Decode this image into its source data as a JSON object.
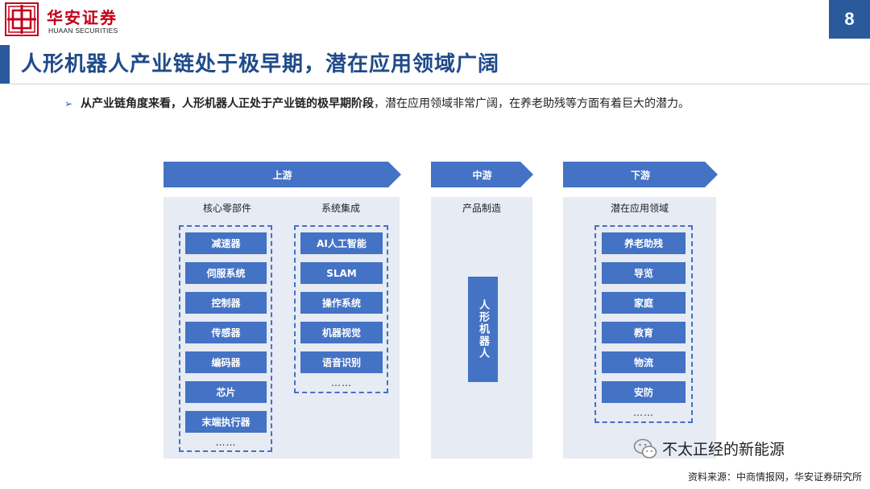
{
  "header": {
    "brand_cn": "华安证券",
    "brand_en": "HUAAN SECURITIES",
    "page_number": "8"
  },
  "title": "人形机器人产业链处于极早期，潜在应用领域广阔",
  "bullet": {
    "bold": "从产业链角度来看，人形机器人正处于产业链的极早期阶段",
    "rest": "，潜在应用领域非常广阔，在养老助残等方面有着巨大的潜力。"
  },
  "diagram": {
    "upstream": {
      "label": "上游",
      "core_components": {
        "heading": "核心零部件",
        "items": [
          "减速器",
          "伺服系统",
          "控制器",
          "传感器",
          "编码器",
          "芯片",
          "末端执行器"
        ],
        "more": "……"
      },
      "system_integration": {
        "heading": "系统集成",
        "items": [
          "AI人工智能",
          "SLAM",
          "操作系统",
          "机器视觉",
          "语音识别"
        ],
        "more": "……"
      }
    },
    "midstream": {
      "label": "中游",
      "heading": "产品制造",
      "product": "人形机器人"
    },
    "downstream": {
      "label": "下游",
      "heading": "潜在应用领域",
      "items": [
        "养老助残",
        "导览",
        "家庭",
        "教育",
        "物流",
        "安防"
      ],
      "more": "……"
    }
  },
  "footer": {
    "wechat_account": "不太正经的新能源",
    "source": "资料来源：中商情报网，华安证券研究所"
  },
  "colors": {
    "brand_red": "#c00018",
    "primary_blue": "#2a5a9c",
    "item_blue": "#4472c4",
    "panel_bg": "#e6ebf4"
  }
}
